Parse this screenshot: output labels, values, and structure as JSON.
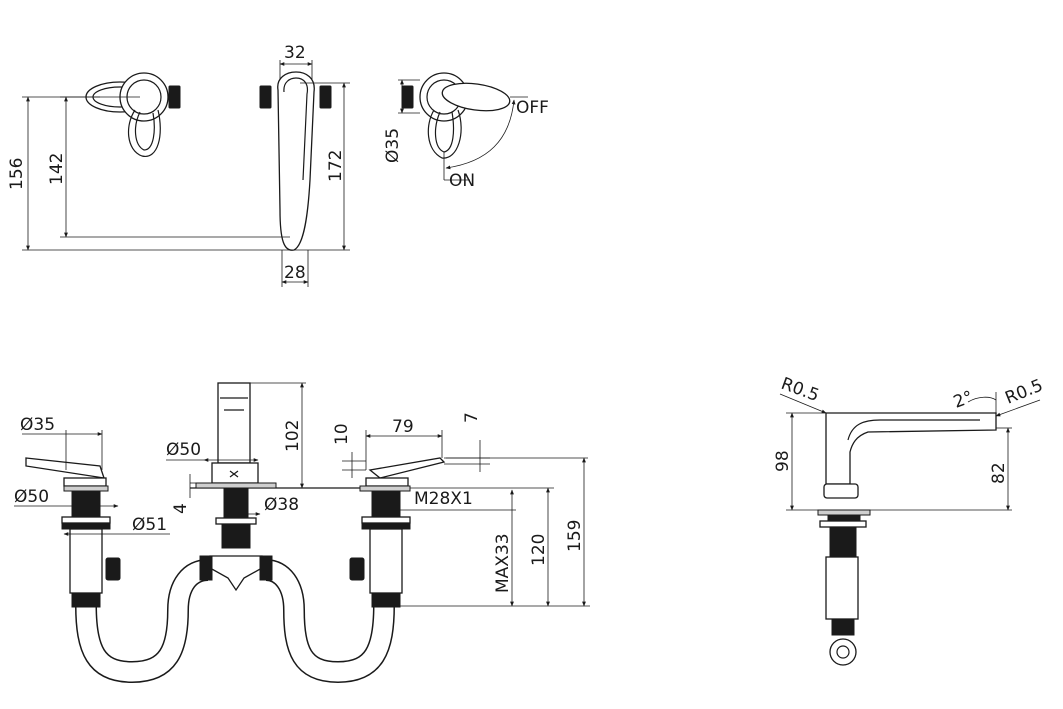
{
  "dimensions": {
    "top_156": "156",
    "top_142": "142",
    "top_32": "32",
    "top_172": "172",
    "top_28": "28",
    "top_dia35": "Ø35",
    "top_off": "OFF",
    "top_on": "ON",
    "front_dia35": "Ø35",
    "front_dia50_left": "Ø50",
    "front_dia51": "Ø51",
    "front_dia50_spout": "Ø50",
    "front_4": "4",
    "front_dia38": "Ø38",
    "front_102": "102",
    "front_10": "10",
    "front_79": "79",
    "front_7": "7",
    "front_m28": "M28X1",
    "front_max33": "MAX33",
    "front_120": "120",
    "front_159": "159",
    "side_r05_left": "R0.5",
    "side_2deg": "2°",
    "side_r05_right": "R0.5",
    "side_98": "98",
    "side_82": "82"
  }
}
